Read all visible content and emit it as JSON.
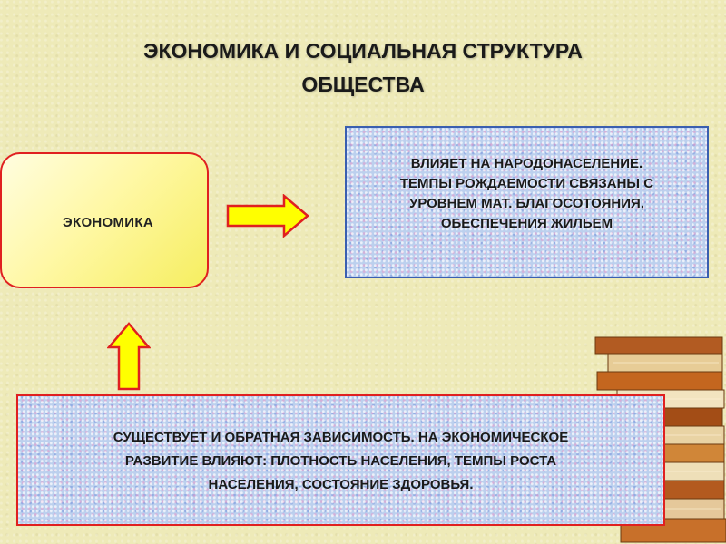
{
  "title": {
    "line1": "ЭКОНОМИКА И СОЦИАЛЬНАЯ СТРУКТУРА",
    "line2": "ОБЩЕСТВА"
  },
  "economy_box": {
    "label": "ЭКОНОМИКА"
  },
  "influence_box": {
    "line1": "ВЛИЯЕТ  НА  НАРОДОНАСЕЛЕНИЕ.",
    "line2": "ТЕМПЫ РОЖДАЕМОСТИ  СВЯЗАНЫ С",
    "line3": "УРОВНЕМ МАТ. БЛАГОСОТОЯНИЯ,",
    "line4": "ОБЕСПЕЧЕНИЯ ЖИЛЬЕМ"
  },
  "reverse_box": {
    "line1": "СУЩЕСТВУЕТ И ОБРАТНАЯ ЗАВИСИМОСТЬ. НА ЭКОНОМИЧЕСКОЕ",
    "line2": "РАЗВИТИЕ ВЛИЯЮТ: ПЛОТНОСТЬ НАСЕЛЕНИЯ, ТЕМПЫ РОСТА",
    "line3": "НАСЕЛЕНИЯ,  СОСТОЯНИЕ  ЗДОРОВЬЯ."
  },
  "colors": {
    "background": "#eeeab8",
    "arrow_fill": "#ffff00",
    "arrow_stroke": "#e02020",
    "economy_border": "#e02020",
    "influence_border": "#3a5fb0",
    "reverse_border": "#e02020"
  },
  "icons": {
    "right_arrow": "right-arrow-icon",
    "up_arrow": "up-arrow-icon",
    "books": "books-stack-icon"
  }
}
